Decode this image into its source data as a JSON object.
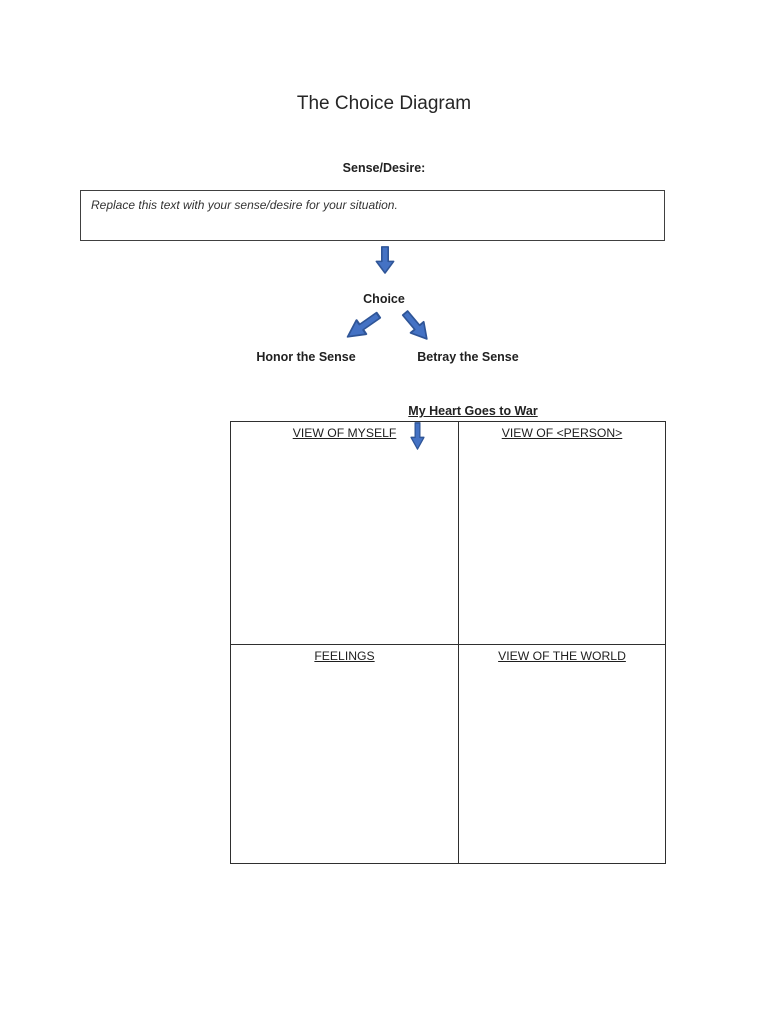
{
  "doc": {
    "title": "The Choice Diagram",
    "sense": {
      "label": "Sense/Desire:",
      "box_text": "Replace this text with your sense/desire for your situation."
    },
    "choice": {
      "label": "Choice",
      "left_option": "Honor the Sense",
      "right_option": "Betray the Sense"
    },
    "war": {
      "label": "My Heart Goes to War"
    },
    "quadrants": [
      {
        "label": "VIEW OF MYSELF"
      },
      {
        "label": "VIEW OF <PERSON>"
      },
      {
        "label": "FEELINGS"
      },
      {
        "label": "VIEW OF THE WORLD"
      }
    ],
    "icons": {
      "down_arrow": "block-arrow-down",
      "diag_left_arrow": "block-arrow-down-left",
      "diag_right_arrow": "block-arrow-down-right"
    },
    "colors": {
      "arrow_fill": "#4472C4",
      "arrow_stroke": "#2F5597",
      "text": "#222222",
      "border": "#3a3a3a",
      "page_bg": "#ffffff"
    }
  }
}
